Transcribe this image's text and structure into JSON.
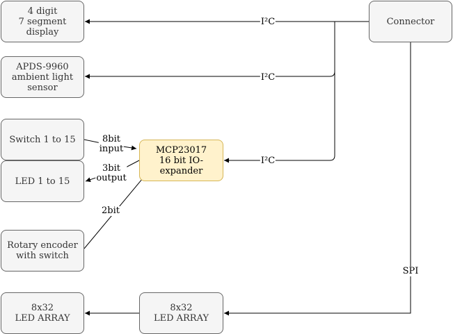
{
  "colors": {
    "node_fill": "#f5f5f5",
    "node_stroke": "#666666",
    "highlight_fill": "#fff2cc",
    "highlight_stroke": "#d6b656",
    "edge": "#000000"
  },
  "nodes": {
    "display": "4 digit\n7 segment display",
    "connector": "Connector",
    "apds": "APDS-9960\nambient light\nsensor",
    "switch": "Switch 1 to 15",
    "mcp": "MCP23017\n16 bit IO-\nexpander",
    "led": "LED 1 to 15",
    "rotary": "Rotary encoder\nwith switch",
    "array_left": "8x32\nLED ARRAY",
    "array_right": "8x32\nLED ARRAY"
  },
  "edges": {
    "i2c_display": "I²C",
    "i2c_apds": "I²C",
    "i2c_mcp": "I²C",
    "switch_input": "8bit\ninput",
    "led_output": "3bit\noutput",
    "rotary_bits": "2bit",
    "spi": "SPI"
  }
}
